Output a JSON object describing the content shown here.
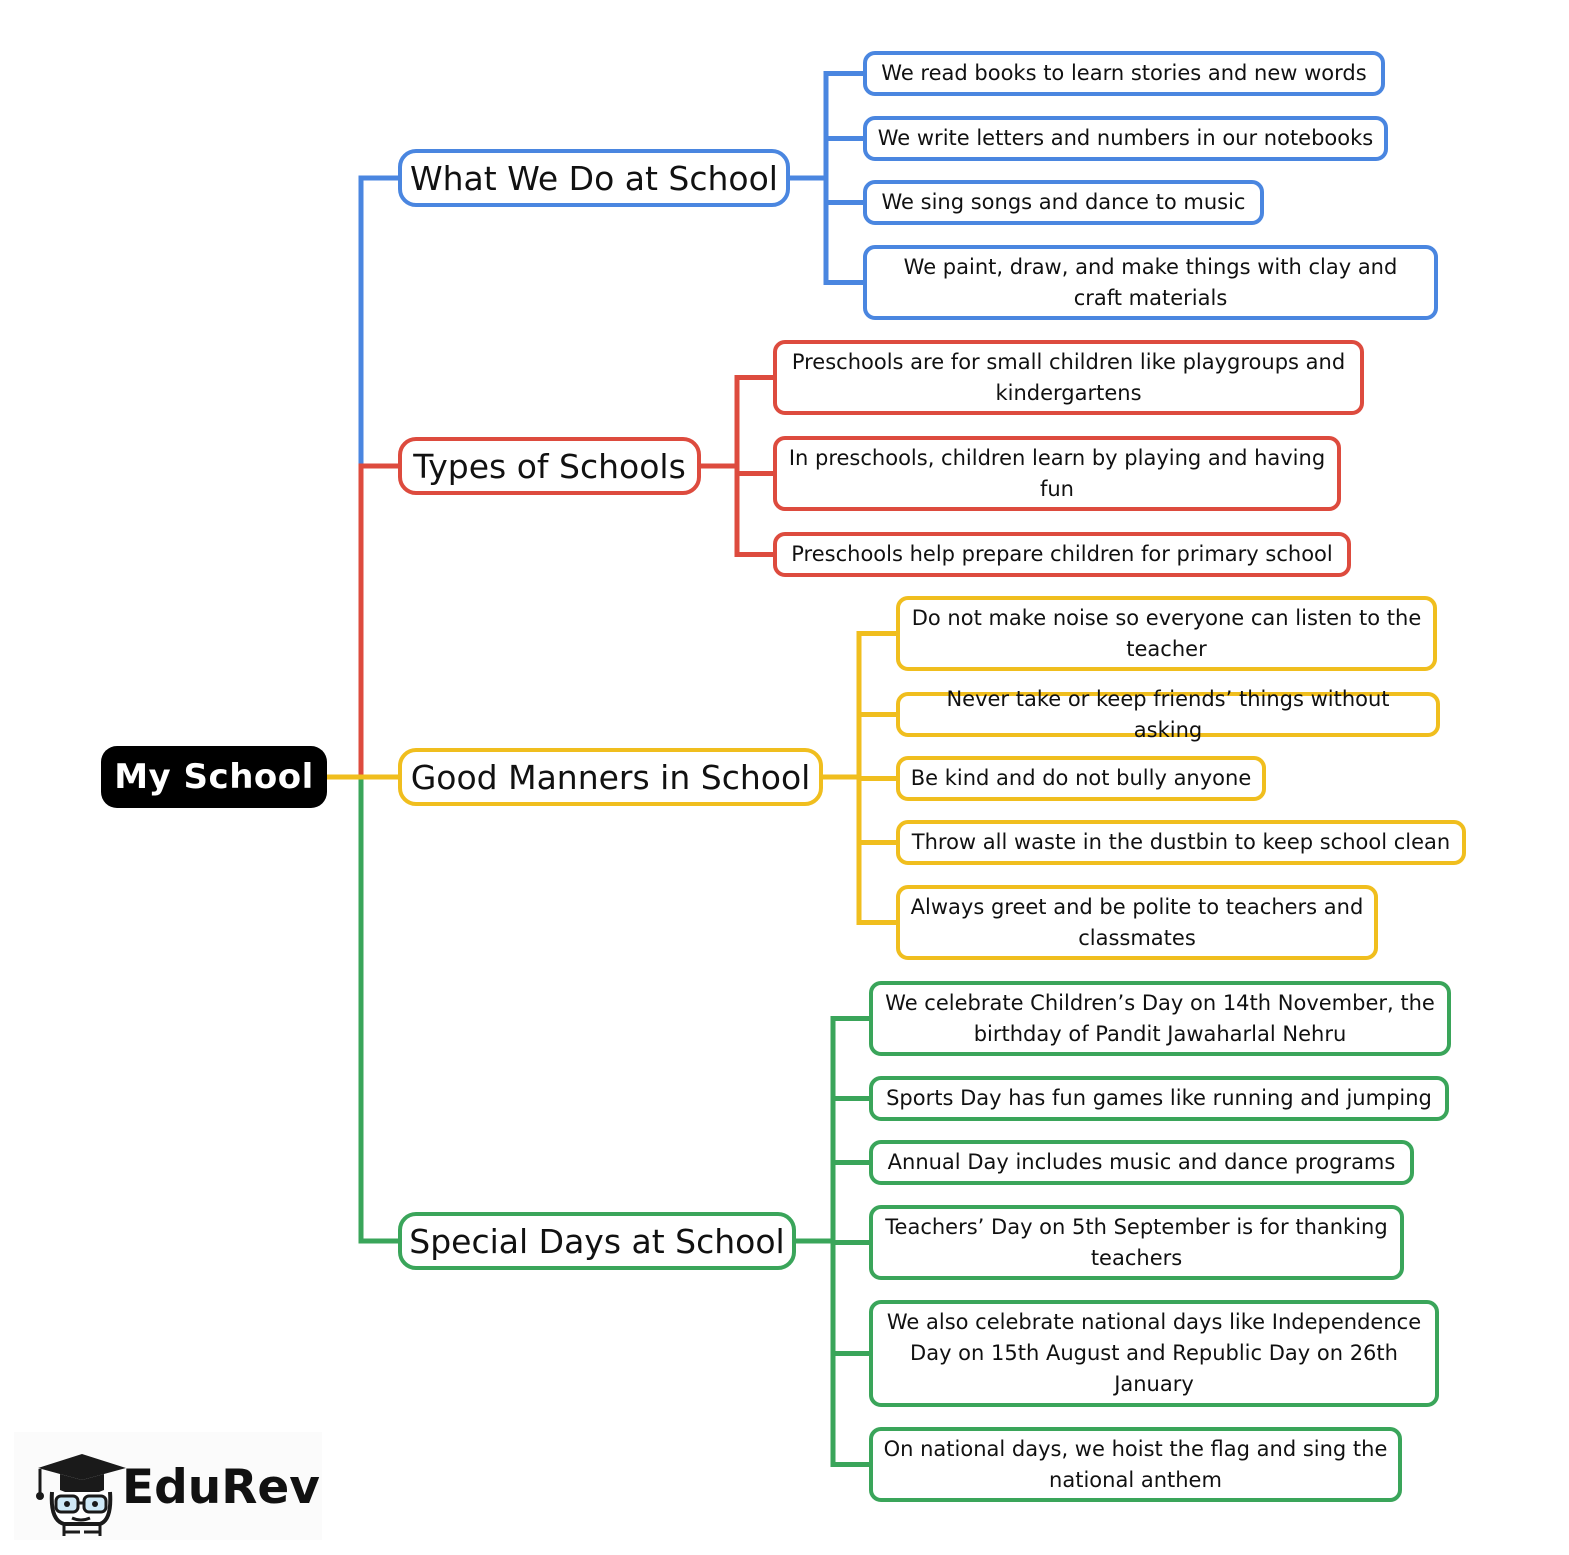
{
  "title": "My School",
  "colors": {
    "blue": "#4A86E0",
    "red": "#DD4B3E",
    "yellow": "#F0BE1E",
    "green": "#3AA55A",
    "root_bg": "#000000"
  },
  "branches": [
    {
      "label": "What We Do at School",
      "color": "blue",
      "items": [
        "We read books to learn stories and new words",
        "We write letters and numbers in our notebooks",
        "We sing songs and dance to music",
        "We paint, draw, and make things with clay and craft materials"
      ]
    },
    {
      "label": "Types of Schools",
      "color": "red",
      "items": [
        "Preschools are for small children like playgroups and kindergartens",
        "In preschools, children learn by playing and having fun",
        "Preschools help prepare children for primary school"
      ]
    },
    {
      "label": "Good Manners in School",
      "color": "yellow",
      "items": [
        "Do not make noise so everyone can listen to the teacher",
        "Never take or keep friends’ things without asking",
        "Be kind and do not bully anyone",
        "Throw all waste in the dustbin to keep school clean",
        "Always greet and be polite to teachers and classmates"
      ]
    },
    {
      "label": "Special Days at School",
      "color": "green",
      "items": [
        "We celebrate Children’s Day on 14th November, the birthday of Pandit Jawaharlal Nehru",
        "Sports Day has fun games like running and jumping",
        "Annual Day includes music and dance programs",
        "Teachers’ Day on 5th September is for thanking teachers",
        "We also celebrate national days like Independence Day on 15th August and Republic Day on 26th January",
        "On national days, we hoist the flag and sing the national anthem"
      ]
    }
  ],
  "logo": {
    "text": "EduRev",
    "icon": "graduate-cap-icon"
  }
}
